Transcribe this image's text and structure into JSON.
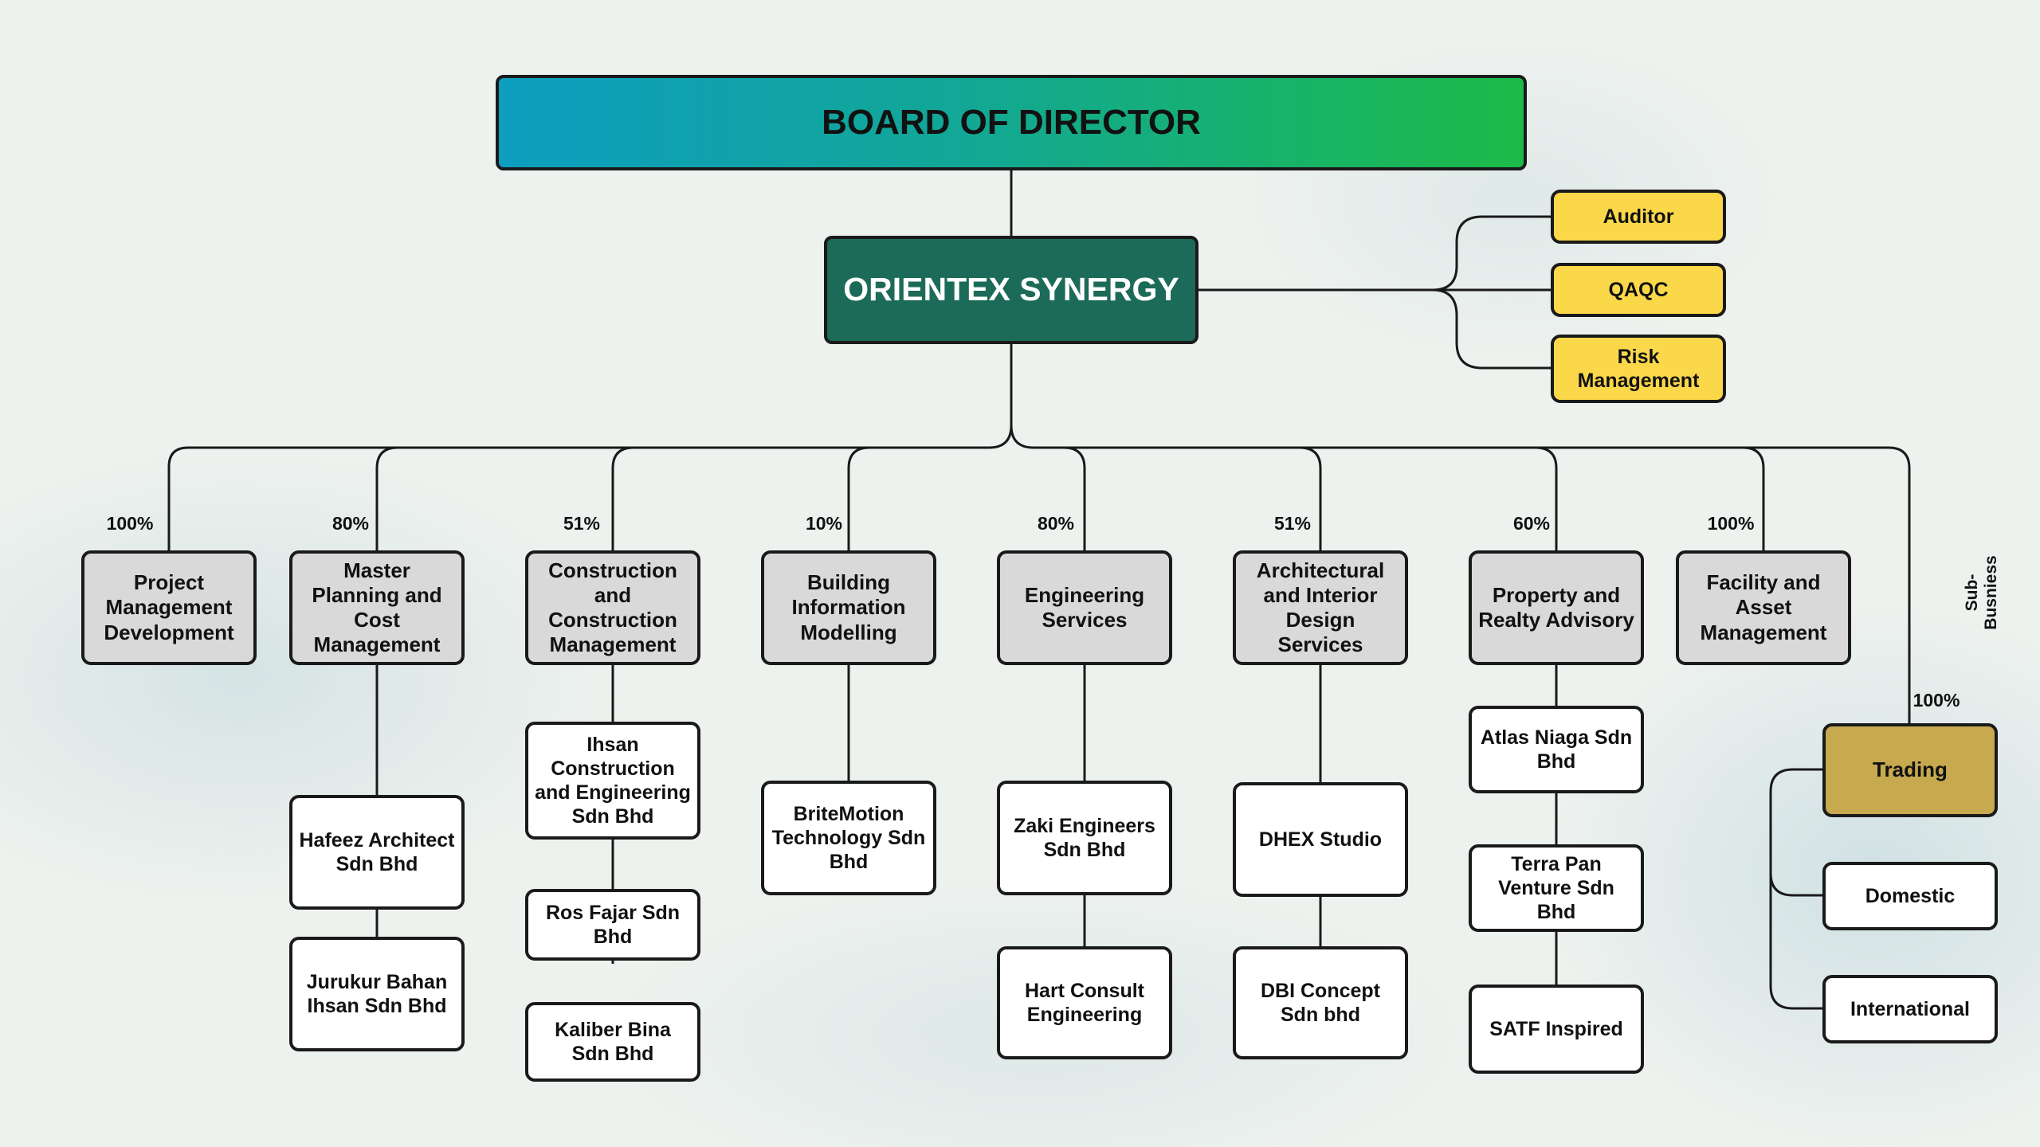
{
  "board": {
    "title": "BOARD OF DIRECTOR"
  },
  "company": {
    "title": "ORIENTEX SYNERGY"
  },
  "support_units": [
    {
      "label": "Auditor"
    },
    {
      "label": "QAQC"
    },
    {
      "label": "Risk Management"
    }
  ],
  "divisions": [
    {
      "label": "Project Management Development",
      "percent": "100%",
      "subsidiaries": []
    },
    {
      "label": "Master Planning and Cost Management",
      "percent": "80%",
      "subsidiaries": [
        "Hafeez Architect Sdn Bhd",
        "Jurukur Bahan Ihsan Sdn Bhd"
      ]
    },
    {
      "label": "Construction and Construction Management",
      "percent": "51%",
      "subsidiaries": [
        "Ihsan Construction and Engineering Sdn Bhd",
        "Ros Fajar Sdn Bhd",
        "Kaliber Bina Sdn Bhd"
      ]
    },
    {
      "label": "Building Information Modelling",
      "percent": "10%",
      "subsidiaries": [
        "BriteMotion Technology Sdn Bhd"
      ]
    },
    {
      "label": "Engineering Services",
      "percent": "80%",
      "subsidiaries": [
        "Zaki Engineers Sdn Bhd",
        "Hart Consult Engineering"
      ]
    },
    {
      "label": "Architectural and Interior Design Services",
      "percent": "51%",
      "subsidiaries": [
        "DHEX Studio",
        "DBI Concept Sdn bhd"
      ]
    },
    {
      "label": "Property and Realty Advisory",
      "percent": "60%",
      "subsidiaries": [
        "Atlas Niaga Sdn Bhd",
        "Terra Pan Venture Sdn Bhd",
        "SATF Inspired"
      ]
    },
    {
      "label": "Facility and Asset Management",
      "percent": "100%",
      "subsidiaries": []
    }
  ],
  "sub_business": {
    "label": "Sub-Busniess",
    "percent": "100%",
    "unit": "Trading",
    "children": [
      "Domestic",
      "International"
    ]
  }
}
